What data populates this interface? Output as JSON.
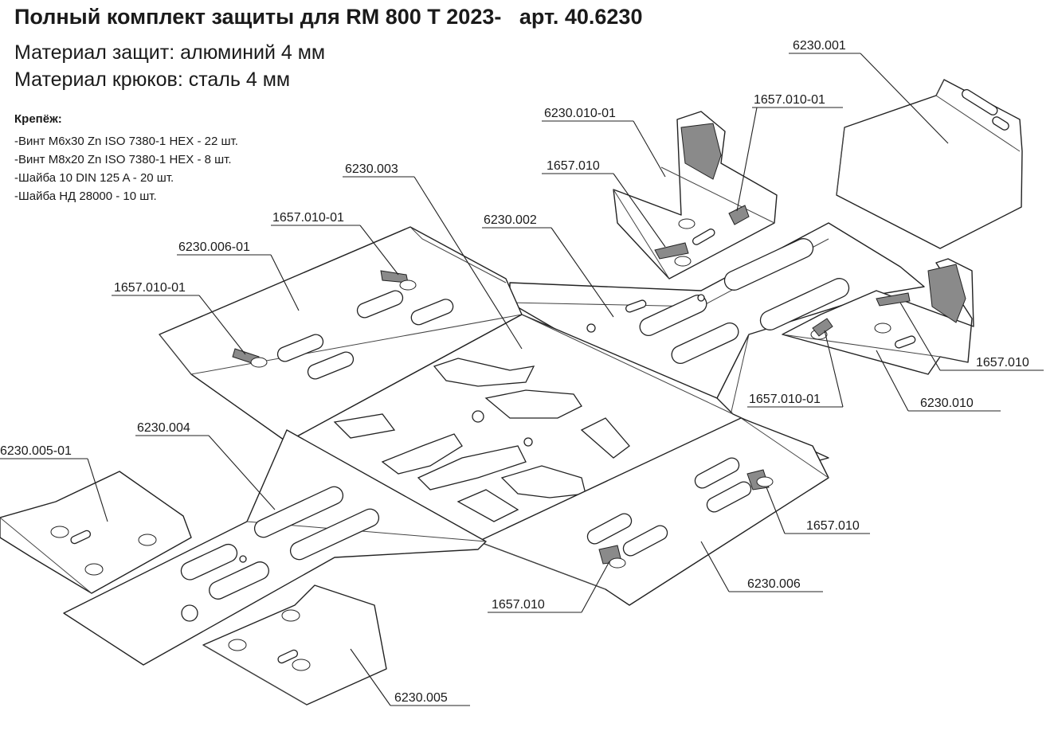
{
  "header": {
    "title": "Полный комплект защиты для RM 800 T 2023-   арт. 40.6230",
    "material_plates": "Материал защит: алюминий 4 мм",
    "material_hooks": "Материал крюков: сталь 4 мм"
  },
  "fasteners": {
    "heading": "Крепёж:",
    "items": [
      "-Винт М6х30 Zn ISO 7380-1 HEX - 22 шт.",
      "-Винт М8х20 Zn ISO 7380-1 HEX - 8 шт.",
      "-Шайба 10 DIN 125 A - 20 шт.",
      "-Шайба НД 28000 - 10 шт."
    ]
  },
  "callouts": [
    {
      "id": "6230.001"
    },
    {
      "id": "1657.010-01"
    },
    {
      "id": "6230.010-01"
    },
    {
      "id": "1657.010"
    },
    {
      "id": "6230.003"
    },
    {
      "id": "6230.002"
    },
    {
      "id": "1657.010-01"
    },
    {
      "id": "6230.006-01"
    },
    {
      "id": "1657.010-01"
    },
    {
      "id": "1657.010"
    },
    {
      "id": "1657.010-01"
    },
    {
      "id": "6230.010"
    },
    {
      "id": "6230.004"
    },
    {
      "id": "6230.005-01"
    },
    {
      "id": "1657.010"
    },
    {
      "id": "6230.006"
    },
    {
      "id": "1657.010"
    },
    {
      "id": "6230.005"
    }
  ]
}
